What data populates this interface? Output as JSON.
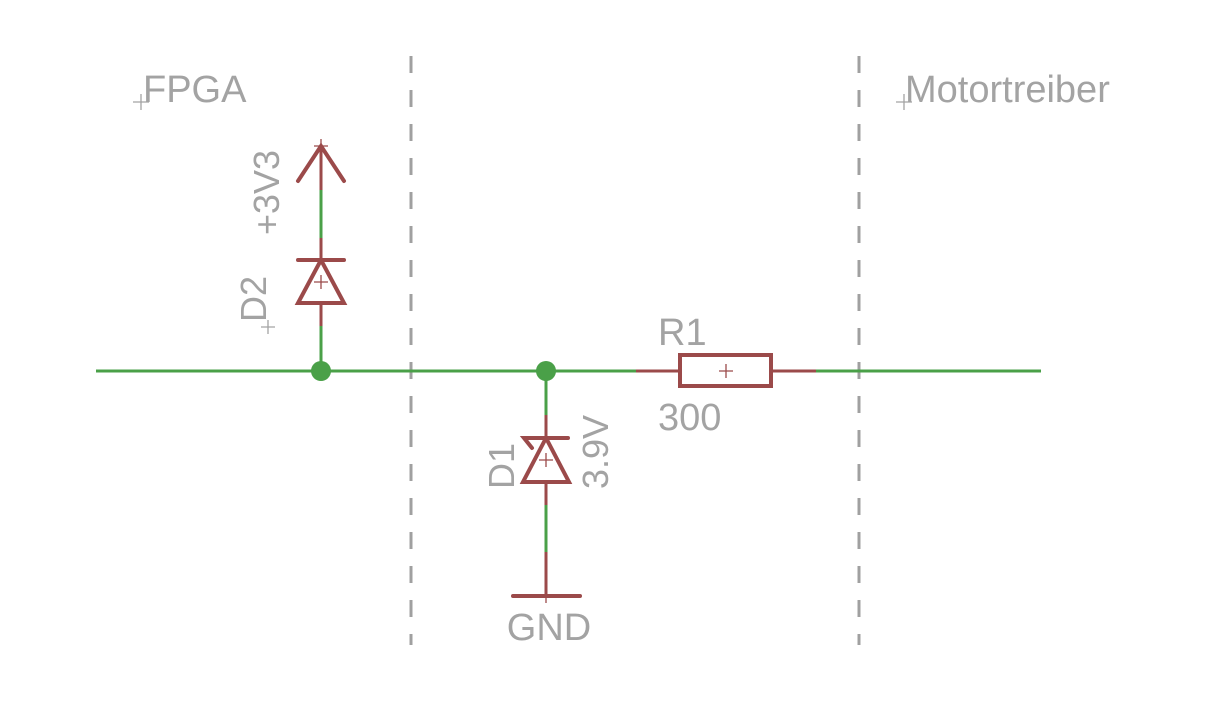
{
  "zones": {
    "left_label": "FPGA",
    "right_label": "Motortreiber"
  },
  "components": {
    "supply": {
      "name": "+3V3"
    },
    "d2": {
      "name": "D2"
    },
    "d1": {
      "name": "D1",
      "value": "3.9V"
    },
    "r1": {
      "name": "R1",
      "value": "300"
    },
    "ground": {
      "name": "GND"
    }
  },
  "colors": {
    "wire": "#4aa048",
    "part": "#9b4a4a",
    "text": "#a3a3a3",
    "divider": "#a0a0a0",
    "background": "#ffffff"
  }
}
